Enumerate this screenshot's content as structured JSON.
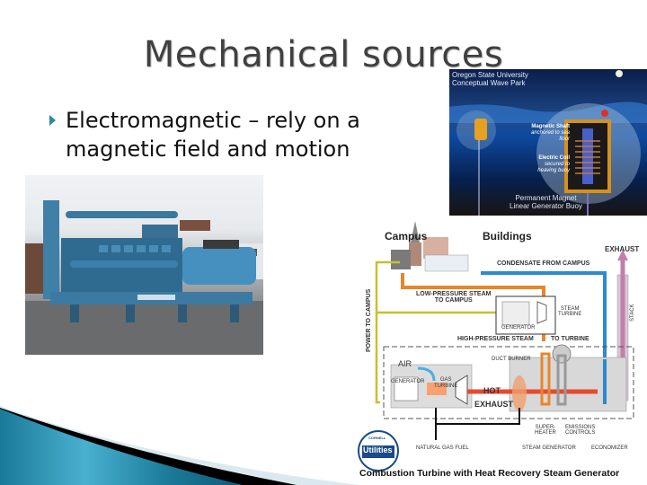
{
  "slide": {
    "title": "Mechanical sources",
    "bullets": [
      {
        "text": "Electromagnetic – rely on a magnetic field and motion",
        "icon": "triangle-bullet-icon"
      }
    ],
    "accent_color": "#2a8aa8"
  },
  "images": {
    "generator_photo": {
      "description": "Blue diesel engine generator set on skid"
    },
    "wave_park": {
      "caption_top_line1": "Oregon State University",
      "caption_top_line2": "Conceptual Wave Park",
      "label_shaft": "Magnetic Shaft",
      "label_shaft_sub": "anchored to sea floor",
      "label_coil": "Electric Coil",
      "label_coil_sub1": "secured to",
      "label_coil_sub2": "heaving buoy",
      "caption_bottom_line1": "Permanent Magnet",
      "caption_bottom_line2": "Linear Generator Buoy"
    },
    "chp_diagram": {
      "campus": "Campus",
      "buildings": "Buildings",
      "exhaust": "EXHAUST",
      "condensate": "CONDENSATE FROM CAMPUS",
      "low_pressure_1": "LOW-PRESSURE STEAM",
      "low_pressure_2": "TO CAMPUS",
      "steam_turbine_1": "STEAM",
      "steam_turbine_2": "TURBINE",
      "generator_top": "GENERATOR",
      "stack": "STACK",
      "power_to_campus": "POWER TO CAMPUS",
      "high_pressure_1": "HIGH-PRESSURE STEAM",
      "high_pressure_2": "TO TURBINE",
      "air": "AIR",
      "duct_burner": "DUCT BURNER",
      "generator_bottom": "GENERATOR",
      "gas_turbine_1": "GAS",
      "gas_turbine_2": "TURBINE",
      "hot": "HOT",
      "hot_exhaust": "EXHAUST",
      "superheater_1": "SUPER-",
      "superheater_2": "HEATER",
      "emissions_1": "EMISSIONS",
      "emissions_2": "CONTROLS",
      "natural_gas": "NATURAL GAS FUEL",
      "steam_generator": "STEAM GENERATOR",
      "economizer": "ECONOMIZER",
      "logo_top": "CORNELL",
      "logo_main": "Utilities",
      "caption": "Combustion Turbine with Heat Recovery Steam Generator"
    }
  }
}
